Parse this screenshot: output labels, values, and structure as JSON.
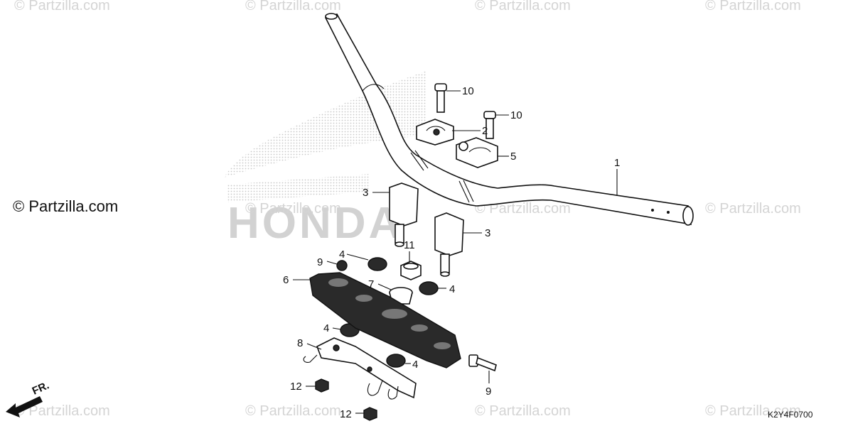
{
  "watermark": {
    "text": "© Partzilla.com",
    "logo_text": "HONDA"
  },
  "diagram_code": "K2Y4F0700",
  "front_indicator": "FR.",
  "callouts": {
    "c1": "1",
    "c2": "2",
    "c3a": "3",
    "c3b": "3",
    "c4a": "4",
    "c4b": "4",
    "c4c": "4",
    "c4d": "4",
    "c5": "5",
    "c6": "6",
    "c7": "7",
    "c8": "8",
    "c9a": "9",
    "c9b": "9",
    "c10a": "10",
    "c10b": "10",
    "c11": "11",
    "c12a": "12",
    "c12b": "12"
  }
}
